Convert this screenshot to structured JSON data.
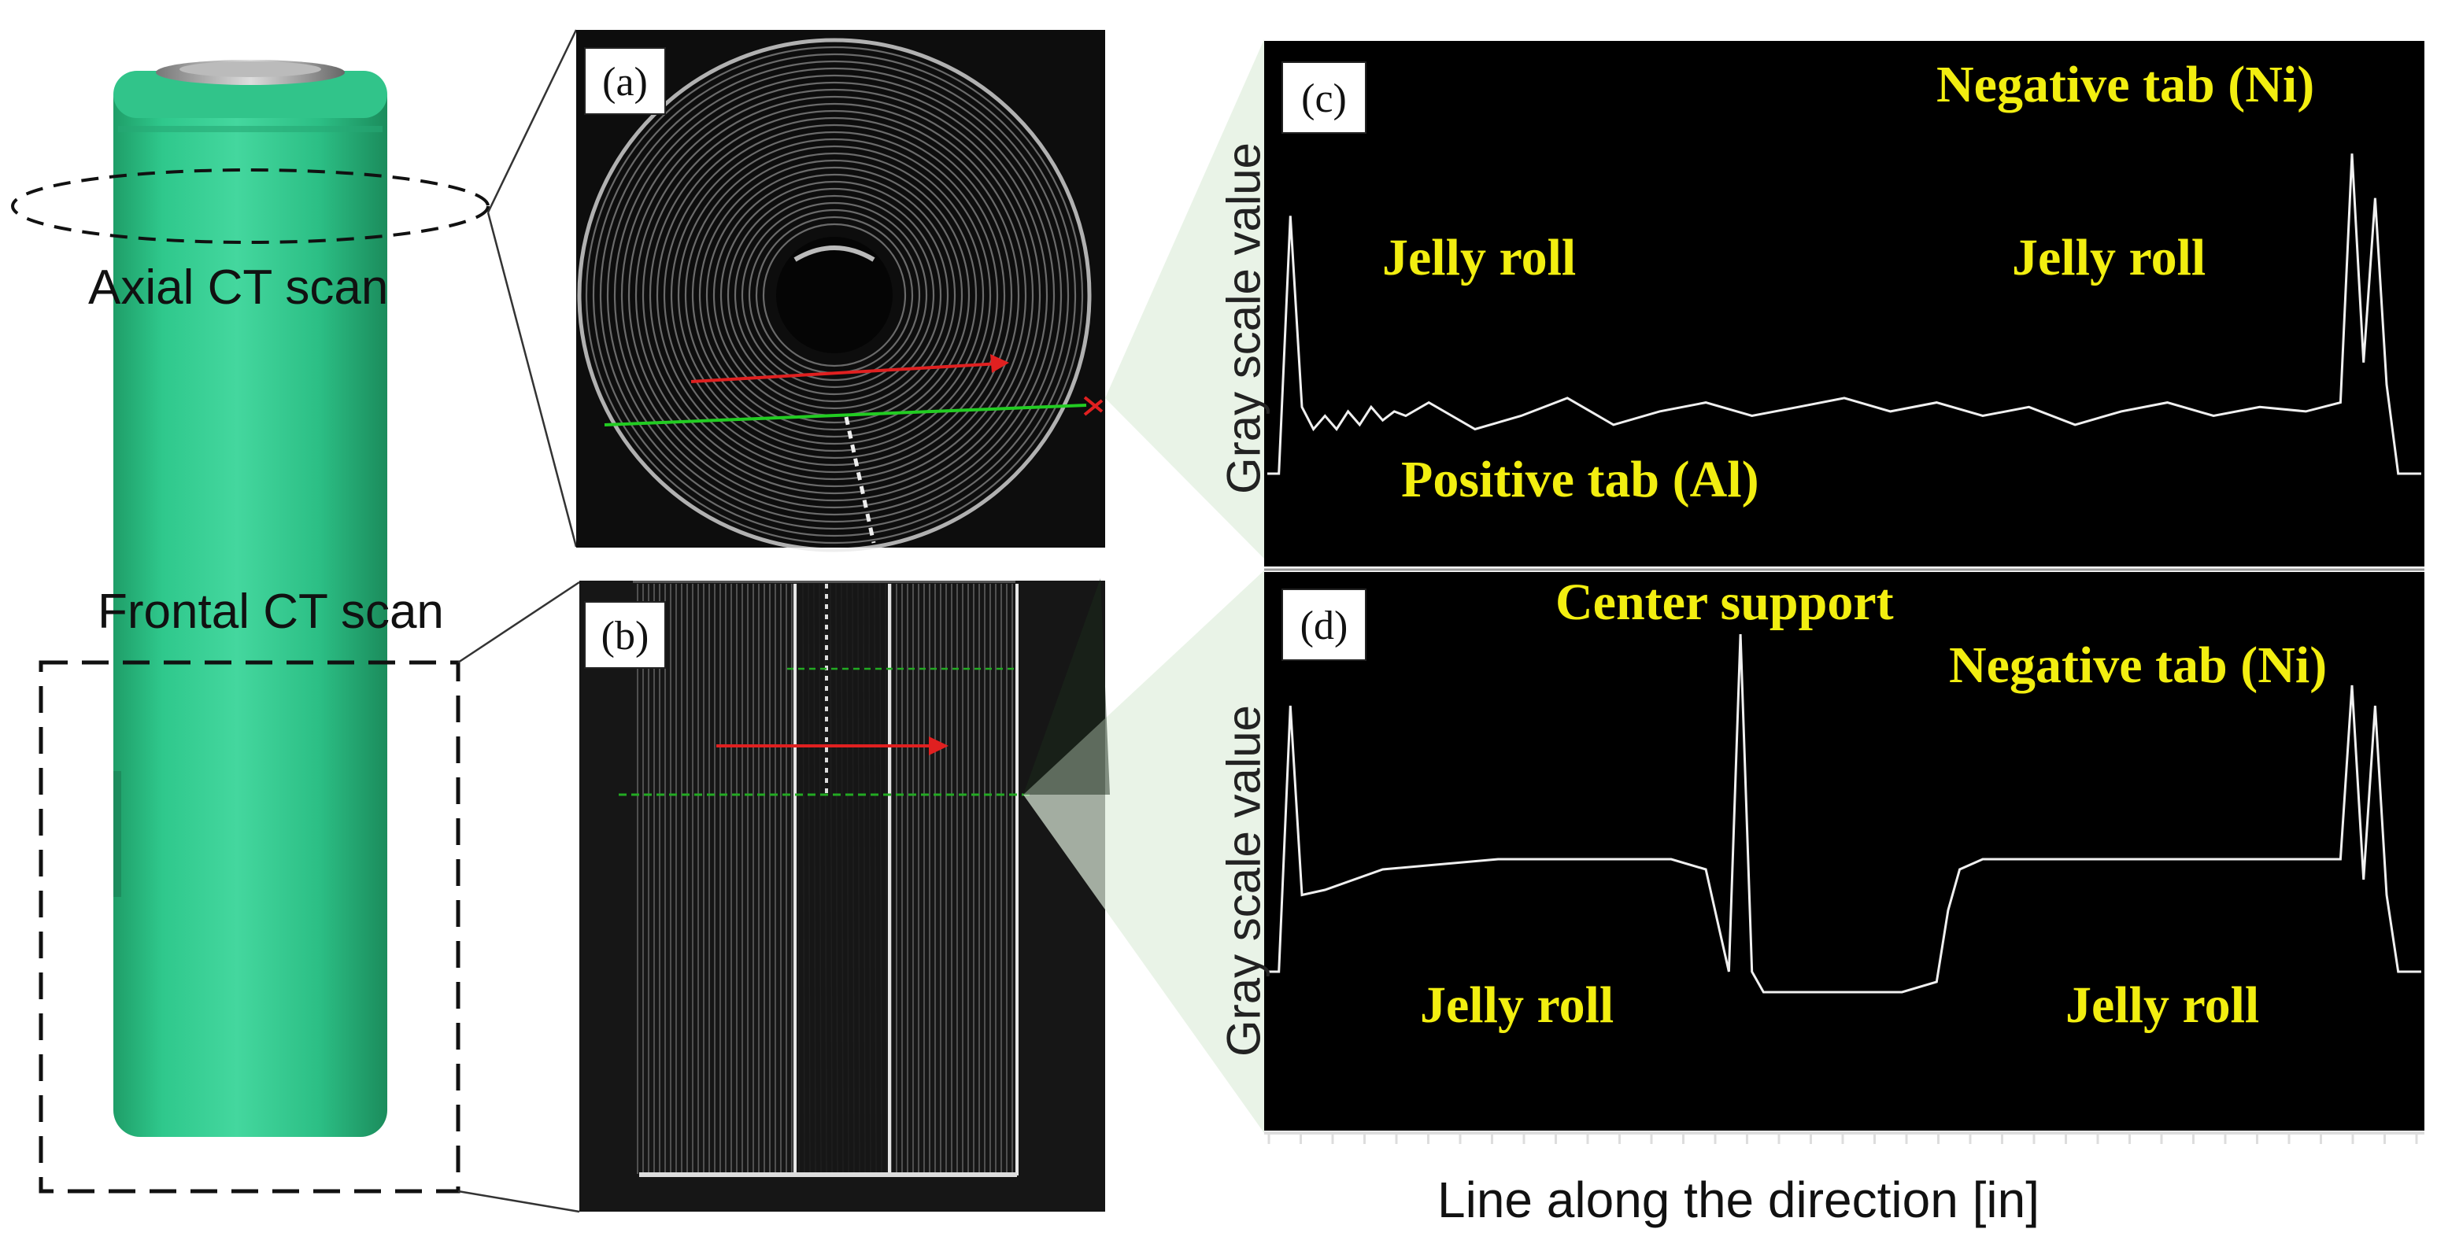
{
  "figure": {
    "captions": {
      "axial": "Axial CT scan",
      "frontal": "Frontal CT scan"
    },
    "panels": {
      "a": "(a)",
      "b": "(b)",
      "c": "(c)",
      "d": "(d)"
    },
    "battery_color": "#2fc88c",
    "ct_background": "#1a1a1a",
    "plot_background": "#000000",
    "label_color": "#f2ee10",
    "arrow_color": "#e02020",
    "scan_line_color": "#22cc22"
  },
  "chart_data": [
    {
      "type": "line",
      "panel": "(c)",
      "ylabel": "Gray scale value",
      "xlabel": "",
      "annotations": [
        "Negative tab (Ni)",
        "Jelly roll",
        "Jelly roll",
        "Positive tab (Al)"
      ],
      "series": [
        {
          "x": [
            0,
            1,
            2,
            3,
            4,
            5,
            6,
            7,
            8,
            9,
            10,
            11,
            12,
            14,
            18,
            22,
            26,
            30,
            34,
            38,
            42,
            46,
            50,
            54,
            58,
            62,
            66,
            70,
            74,
            78,
            82,
            86,
            90,
            93,
            94,
            95,
            96,
            97,
            98,
            100
          ],
          "y": [
            0.2,
            0.2,
            0.78,
            0.35,
            0.3,
            0.33,
            0.3,
            0.34,
            0.31,
            0.35,
            0.32,
            0.34,
            0.33,
            0.36,
            0.3,
            0.33,
            0.37,
            0.31,
            0.34,
            0.36,
            0.33,
            0.35,
            0.37,
            0.34,
            0.36,
            0.33,
            0.35,
            0.31,
            0.34,
            0.36,
            0.33,
            0.35,
            0.34,
            0.36,
            0.92,
            0.45,
            0.82,
            0.4,
            0.2,
            0.2
          ]
        }
      ]
    },
    {
      "type": "line",
      "panel": "(d)",
      "ylabel": "Gray scale value",
      "xlabel": "Line along the direction  [in]",
      "annotations": [
        "Center support",
        "Negative tab (Ni)",
        "Jelly roll",
        "Jelly roll"
      ],
      "series": [
        {
          "x": [
            0,
            1,
            2,
            3,
            5,
            10,
            15,
            20,
            25,
            30,
            35,
            38,
            39,
            40,
            41,
            42,
            43,
            44,
            46,
            50,
            55,
            58,
            59,
            60,
            62,
            66,
            70,
            75,
            80,
            85,
            90,
            93,
            94,
            95,
            96,
            97,
            98,
            100
          ],
          "y": [
            0.3,
            0.3,
            0.82,
            0.45,
            0.46,
            0.5,
            0.51,
            0.52,
            0.52,
            0.52,
            0.52,
            0.5,
            0.4,
            0.3,
            0.96,
            0.3,
            0.26,
            0.26,
            0.26,
            0.26,
            0.26,
            0.28,
            0.42,
            0.5,
            0.52,
            0.52,
            0.52,
            0.52,
            0.52,
            0.52,
            0.52,
            0.52,
            0.86,
            0.48,
            0.82,
            0.45,
            0.3,
            0.3
          ]
        }
      ]
    }
  ]
}
